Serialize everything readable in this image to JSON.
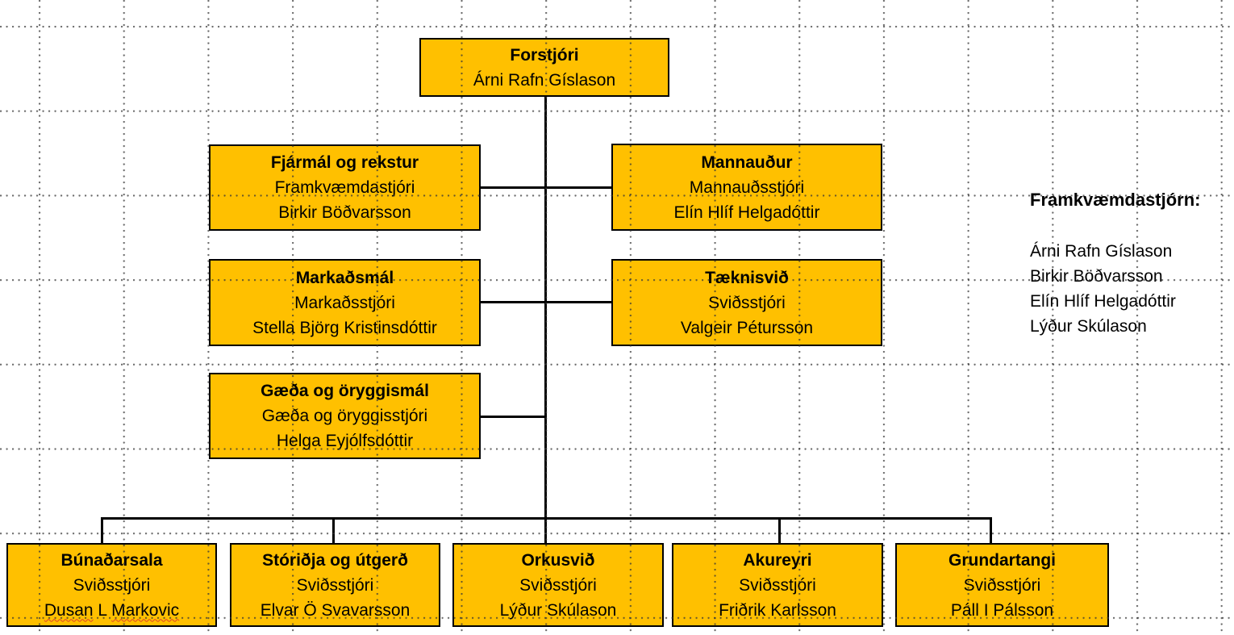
{
  "palette": {
    "box_fill": "#FFC000",
    "box_border": "#000000",
    "connector": "#000000",
    "background": "#FFFFFF",
    "grid_dot": "#555555",
    "spellcheck_underline": "#E0402A"
  },
  "org": {
    "ceo": {
      "title": "Forstjóri",
      "name": "Árni Rafn Gíslason"
    },
    "level2_left": [
      {
        "title": "Fjármál og rekstur",
        "role": "Framkvæmdastjóri",
        "name": "Birkir Böðvarsson"
      },
      {
        "title": "Markaðsmál",
        "role": "Markaðsstjóri",
        "name": "Stella Björg Kristinsdóttir"
      },
      {
        "title": "Gæða og öryggismál",
        "role": "Gæða og öryggisstjóri",
        "name": "Helga Eyjólfsdóttir"
      }
    ],
    "level2_right": [
      {
        "title": "Mannauður",
        "role": "Mannauðsstjóri",
        "name": "Elín Hlíf Helgadóttir"
      },
      {
        "title": "Tæknisvið",
        "role": "Sviðsstjóri",
        "name": "Valgeir Pétursson"
      }
    ],
    "level3": [
      {
        "title": "Búnaðarsala",
        "role": "Sviðsstjóri",
        "name": "Dusan L Markovic",
        "name_parts": [
          "Dusan",
          "L",
          "Markovic"
        ],
        "misspelled_indexes": [
          0,
          2
        ]
      },
      {
        "title": "Stóriðja og útgerð",
        "role": "Sviðsstjóri",
        "name": "Elvar Ö Svavarsson"
      },
      {
        "title": "Orkusvið",
        "role": "Sviðsstjóri",
        "name": "Lýður Skúlason"
      },
      {
        "title": "Akureyri",
        "role": "Sviðsstjóri",
        "name": "Friðrik Karlsson"
      },
      {
        "title": "Grundartangi",
        "role": "Sviðsstjóri",
        "name": "Páll I Pálsson"
      }
    ]
  },
  "sidebar": {
    "heading": "Framkvæmdastjórn:",
    "members": [
      "Árni Rafn Gíslason",
      "Birkir Böðvarsson",
      "Elín Hlíf Helgadóttir",
      "Lýður Skúlason"
    ]
  }
}
